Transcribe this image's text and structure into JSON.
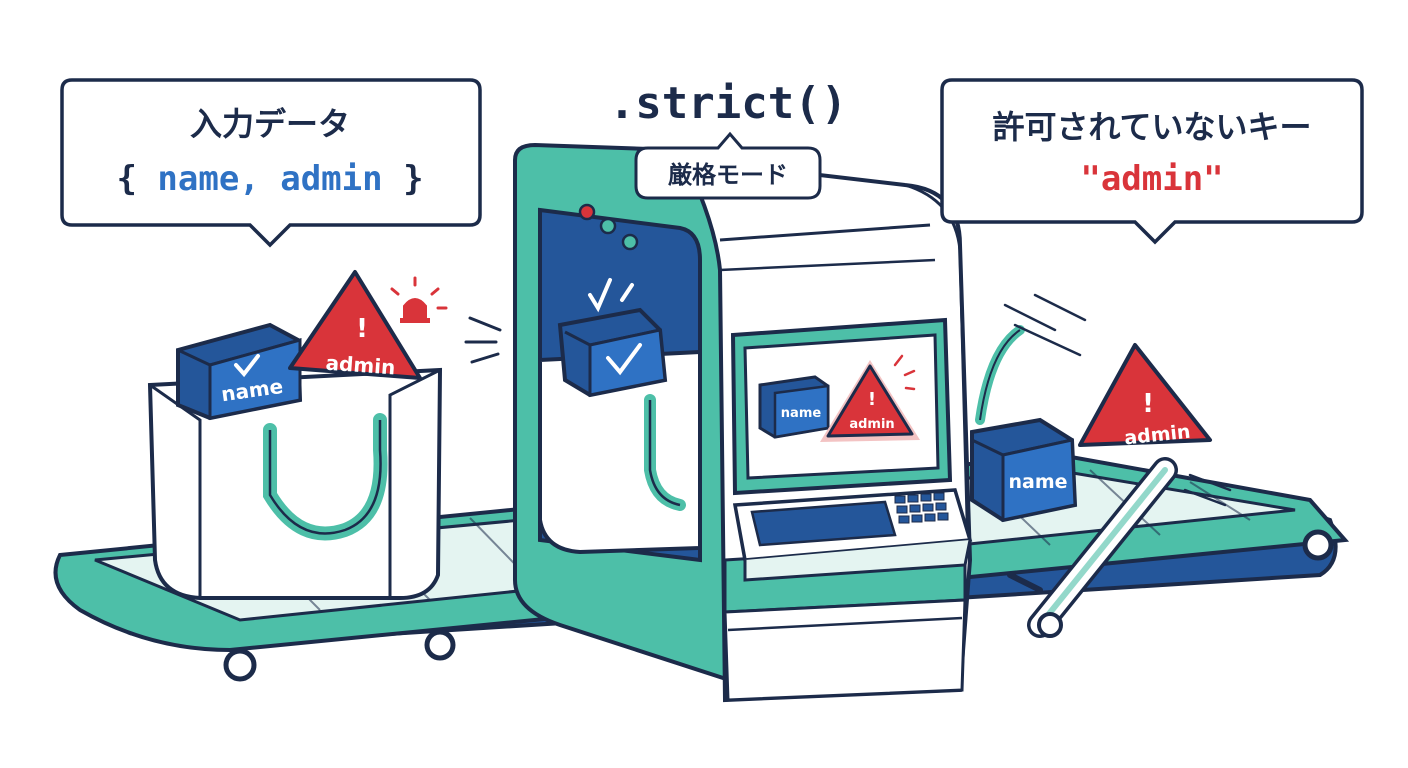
{
  "input_bubble": {
    "title": "入力データ",
    "open_brace": "{",
    "keys": "name, admin",
    "close_brace": "}"
  },
  "method_label": ".strict()",
  "mode_badge": "厳格モード",
  "disallowed_bubble": {
    "title": "許可されていないキー",
    "key": "\"admin\""
  },
  "items": {
    "name_label": "name",
    "admin_label": "admin",
    "warning_mark": "!"
  },
  "colors": {
    "navy": "#1c2b4a",
    "teal": "#4dbfa8",
    "blue": "#2f72c4",
    "dark_blue": "#24569a",
    "red": "#d9343a",
    "light_teal": "#e4f4f1"
  }
}
